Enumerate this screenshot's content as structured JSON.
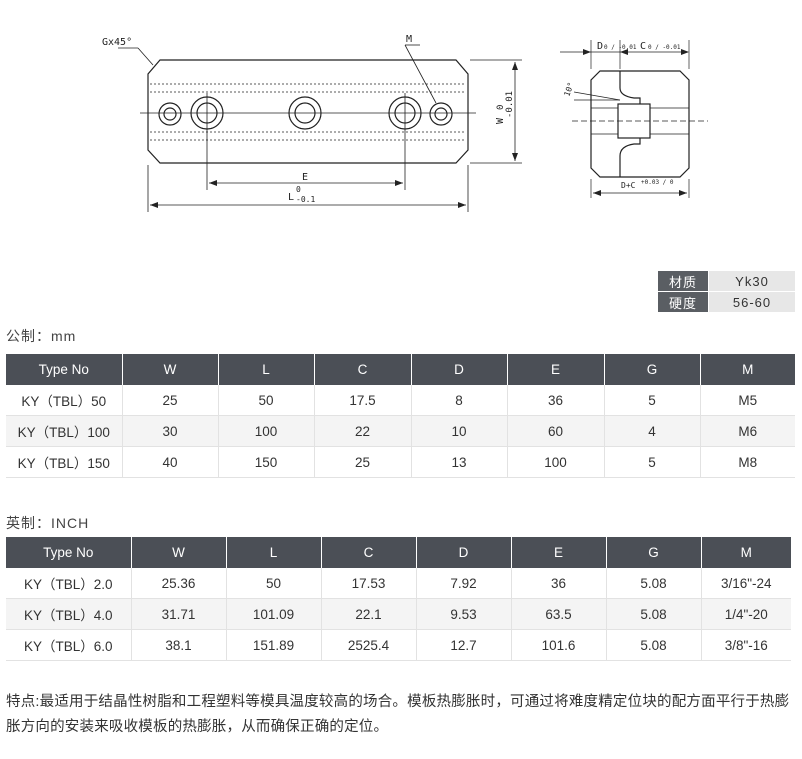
{
  "drawing": {
    "label_chamfer": "Gx45°",
    "label_m": "M",
    "label_w": "W",
    "label_w_tol_top": "0",
    "label_w_tol_bottom": "-0.01",
    "label_e": "E",
    "label_l": "L",
    "label_l_tol_top": "0",
    "label_l_tol_bottom": "-0.1",
    "label_d_top": "D",
    "label_d_tol": "0 / -0.01",
    "label_c_top": "C",
    "label_c_tol": "0 / -0.01",
    "label_angle": "10°",
    "label_bottom": "D+C",
    "label_bottom_tol": "+0.03 / 0"
  },
  "material": {
    "rows": [
      {
        "key": "材质",
        "value": "Yk30"
      },
      {
        "key": "硬度",
        "value": "56-60"
      }
    ]
  },
  "metric": {
    "label": "公制：mm",
    "headers": [
      "Type No",
      "W",
      "L",
      "C",
      "D",
      "E",
      "G",
      "M"
    ],
    "rows": [
      [
        "KY（TBL）50",
        "25",
        "50",
        "17.5",
        "8",
        "36",
        "5",
        "M5"
      ],
      [
        "KY（TBL）100",
        "30",
        "100",
        "22",
        "10",
        "60",
        "4",
        "M6"
      ],
      [
        "KY（TBL）150",
        "40",
        "150",
        "25",
        "13",
        "100",
        "5",
        "M8"
      ]
    ]
  },
  "inch": {
    "label": "英制：INCH",
    "headers": [
      "Type No",
      "W",
      "L",
      "C",
      "D",
      "E",
      "G",
      "M"
    ],
    "rows": [
      [
        "KY（TBL）2.0",
        "25.36",
        "50",
        "17.53",
        "7.92",
        "36",
        "5.08",
        "3/16\"-24"
      ],
      [
        "KY（TBL）4.0",
        "31.71",
        "101.09",
        "22.1",
        "9.53",
        "63.5",
        "5.08",
        "1/4\"-20"
      ],
      [
        "KY（TBL）6.0",
        "38.1",
        "151.89",
        "2525.4",
        "12.7",
        "101.6",
        "5.08",
        "3/8\"-16"
      ]
    ]
  },
  "note": {
    "text": "特点:最适用于结晶性树脂和工程塑料等模具温度较高的场合。模板热膨胀时，可通过将难度精定位块的配方面平行于热膨胀方向的安装来吸收模板的热膨胀，从而确保正确的定位。"
  }
}
